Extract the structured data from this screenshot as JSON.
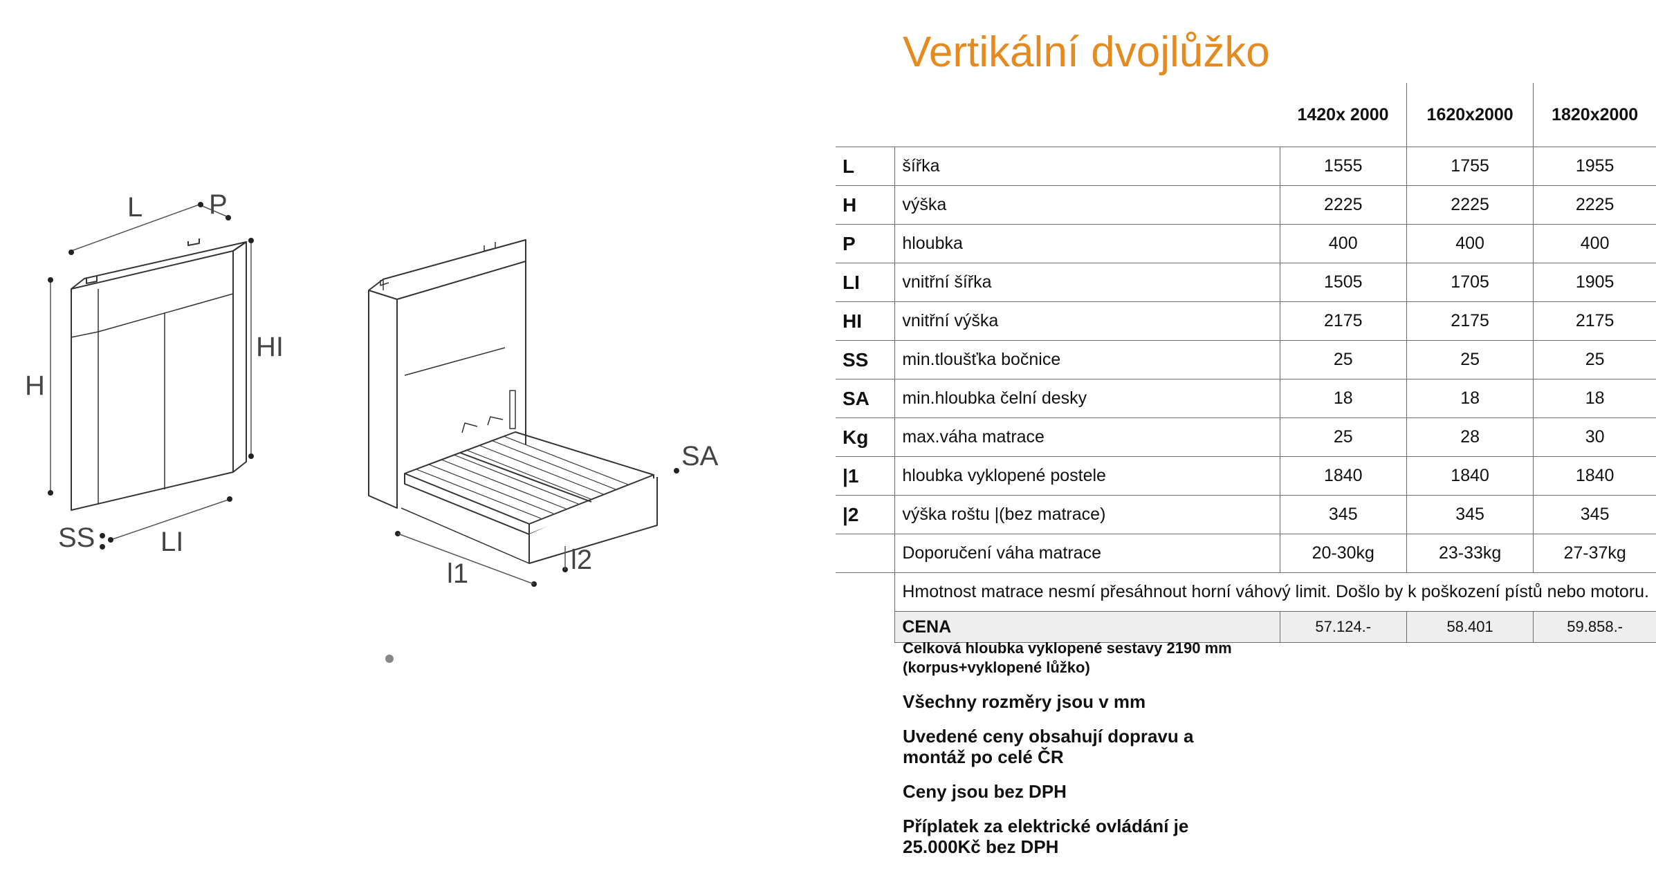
{
  "title": "Vertikální dvojlůžko",
  "diagram_labels": {
    "L": "L",
    "P": "P",
    "H": "H",
    "HI": "HI",
    "SS": "SS",
    "LI": "LI",
    "SA": "SA",
    "l1": "l1",
    "l2": "l2"
  },
  "table": {
    "columns": [
      "1420x 2000",
      "1620x2000",
      "1820x2000"
    ],
    "rows": [
      {
        "code": "L",
        "label": "šířka",
        "values": [
          "1555",
          "1755",
          "1955"
        ]
      },
      {
        "code": "H",
        "label": "výška",
        "values": [
          "2225",
          "2225",
          "2225"
        ]
      },
      {
        "code": "P",
        "label": "hloubka",
        "values": [
          "400",
          "400",
          "400"
        ]
      },
      {
        "code": "LI",
        "label": "vnitřní šířka",
        "values": [
          "1505",
          "1705",
          "1905"
        ]
      },
      {
        "code": "HI",
        "label": "vnitřní výška",
        "values": [
          "2175",
          "2175",
          "2175"
        ]
      },
      {
        "code": "SS",
        "label": "min.tloušťka bočnice",
        "values": [
          "25",
          "25",
          "25"
        ]
      },
      {
        "code": "SA",
        "label": "min.hloubka čelní desky",
        "values": [
          "18",
          "18",
          "18"
        ]
      },
      {
        "code": "Kg",
        "label": "max.váha matrace",
        "values": [
          "25",
          "28",
          "30"
        ]
      },
      {
        "code": "|1",
        "label": "hloubka vyklopené postele",
        "values": [
          "1840",
          "1840",
          "1840"
        ]
      },
      {
        "code": "|2",
        "label": "výška roštu |(bez matrace)",
        "values": [
          "345",
          "345",
          "345"
        ]
      },
      {
        "code": "",
        "label": "Doporučení váha matrace",
        "values": [
          "20-30kg",
          "23-33kg",
          "27-37kg"
        ]
      }
    ],
    "note": "Hmotnost matrace nesmí přesáhnout horní váhový limit. Došlo by k poškození pístů nebo motoru.",
    "price": {
      "label": "CENA",
      "values": [
        "57.124.-",
        "58.401",
        "59.858.-"
      ]
    }
  },
  "notes": {
    "total_height_line1": "Celková hloubka vyklopené sestavy 2190 mm",
    "total_height_line2": "(korpus+vyklopené lůžko)",
    "units": "Všechny rozměry jsou v mm",
    "delivery_line1": "Uvedené ceny obsahují dopravu a",
    "delivery_line2": "montáž po celé ČR",
    "vat": "Ceny jsou bez DPH",
    "electric_line1": "Příplatek za elektrické ovládání je",
    "electric_line2": "25.000Kč bez DPH"
  }
}
